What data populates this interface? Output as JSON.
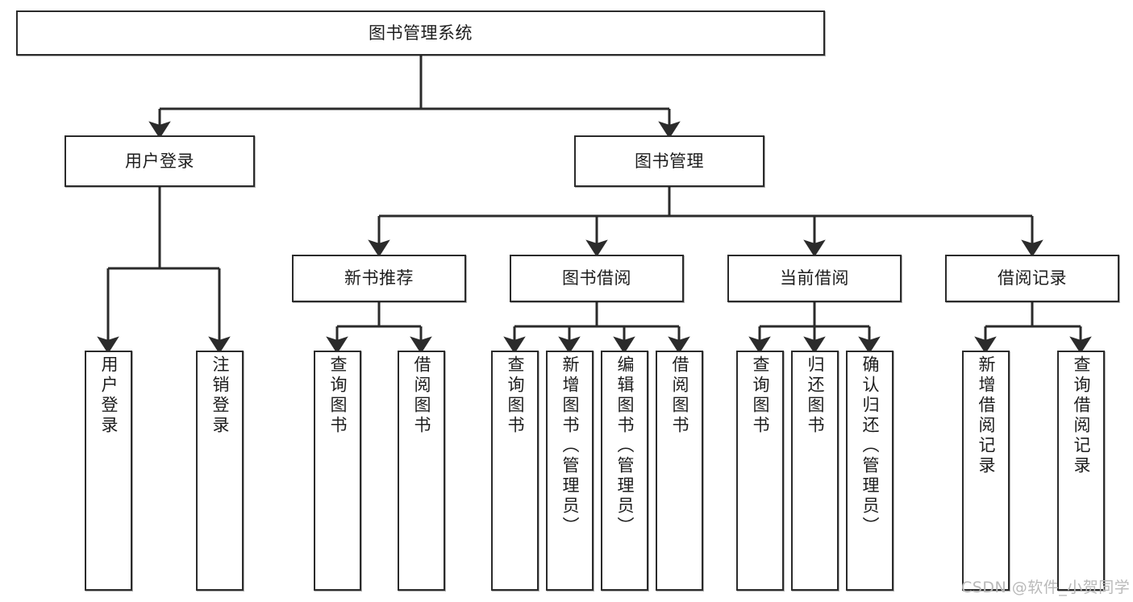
{
  "diagram": {
    "type": "tree-hierarchy-diagram",
    "title": "图书管理系统",
    "levels": {
      "root": {
        "label": "图书管理系统"
      },
      "level2": [
        {
          "id": "user-login",
          "label": "用户登录"
        },
        {
          "id": "book-manage",
          "label": "图书管理"
        }
      ],
      "level3": [
        {
          "id": "new-book-recommend",
          "label": "新书推荐"
        },
        {
          "id": "book-borrow",
          "label": "图书借阅"
        },
        {
          "id": "current-borrow",
          "label": "当前借阅"
        },
        {
          "id": "borrow-record",
          "label": "借阅记录"
        }
      ],
      "leaves": {
        "user-login": [
          {
            "id": "leaf-user-login",
            "label": "用户登录"
          },
          {
            "id": "leaf-logout-login",
            "label": "注销登录"
          }
        ],
        "new-book-recommend": [
          {
            "id": "leaf-query-book-1",
            "label": "查询图书"
          },
          {
            "id": "leaf-borrow-book-1",
            "label": "借阅图书"
          }
        ],
        "book-borrow": [
          {
            "id": "leaf-query-book-2",
            "label": "查询图书"
          },
          {
            "id": "leaf-add-book",
            "label": "新增图书（管理员）"
          },
          {
            "id": "leaf-edit-book",
            "label": "编辑图书（管理员）"
          },
          {
            "id": "leaf-borrow-book-2",
            "label": "借阅图书"
          }
        ],
        "current-borrow": [
          {
            "id": "leaf-query-book-3",
            "label": "查询图书"
          },
          {
            "id": "leaf-return-book",
            "label": "归还图书"
          },
          {
            "id": "leaf-confirm-return",
            "label": "确认归还（管理员）"
          }
        ],
        "borrow-record": [
          {
            "id": "leaf-add-borrow-record",
            "label": "新增借阅记录"
          },
          {
            "id": "leaf-query-borrow-record",
            "label": "查询借阅记录"
          }
        ]
      }
    },
    "colors": {
      "stroke": "#2b2b2b",
      "fill": "#ffffff",
      "text": "#1d1d1d",
      "watermark": "#b9b9b9"
    }
  },
  "watermark": {
    "text": "CSDN @软件_小贺同学"
  }
}
